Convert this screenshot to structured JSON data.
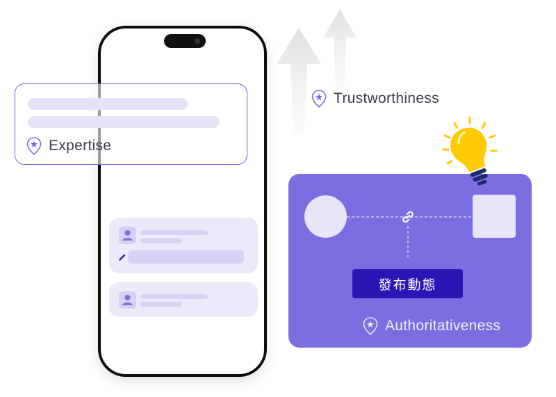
{
  "labels": {
    "expertise": "Expertise",
    "trustworthiness": "Trustworthiness",
    "authoritativeness": "Authoritativeness"
  },
  "panel": {
    "publish_button": "發布動態"
  },
  "icons": {
    "pin": "badge-pin-icon",
    "link": "link-icon",
    "user": "user-icon",
    "edit": "pencil-icon",
    "bulb": "lightbulb-icon"
  },
  "colors": {
    "accent": "#7b6ee0",
    "button": "#2c15b5",
    "placeholder": "#e6e3f7",
    "bulb": "#ffcb05"
  }
}
